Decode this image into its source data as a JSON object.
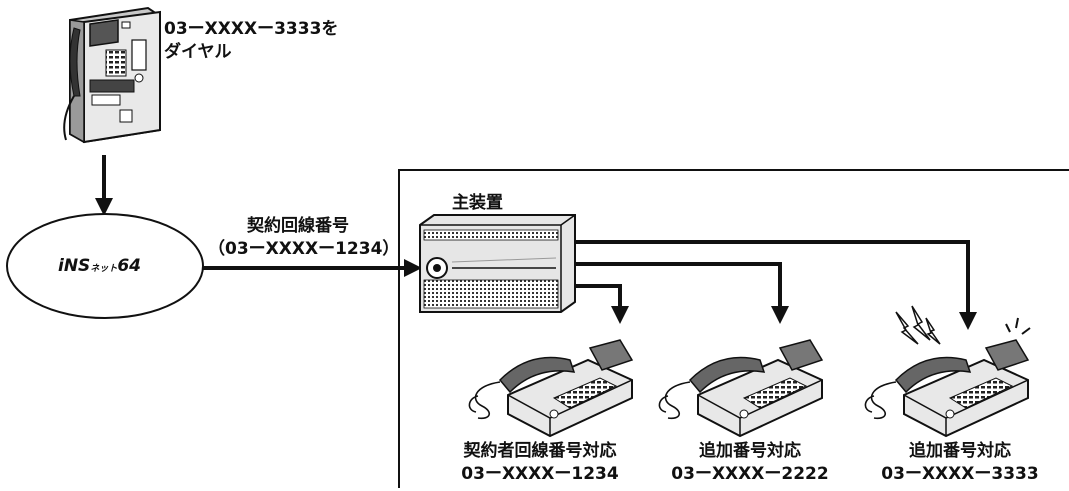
{
  "payphone": {
    "dial_line1": "03ーXXXXー3333を",
    "dial_line2": "ダイヤル"
  },
  "network": {
    "logo_main": "iNS",
    "logo_small": "ネット",
    "logo_num": "64"
  },
  "contract": {
    "label": "契約回線番号",
    "number": "（03ーXXXXー1234）"
  },
  "main_unit": {
    "label": "主装置"
  },
  "phones": [
    {
      "label": "契約者回線番号対応",
      "number": "03ーXXXXー1234",
      "ringing": false
    },
    {
      "label": "追加番号対応",
      "number": "03ーXXXXー2222",
      "ringing": false
    },
    {
      "label": "追加番号対応",
      "number": "03ーXXXXー3333",
      "ringing": true
    }
  ]
}
